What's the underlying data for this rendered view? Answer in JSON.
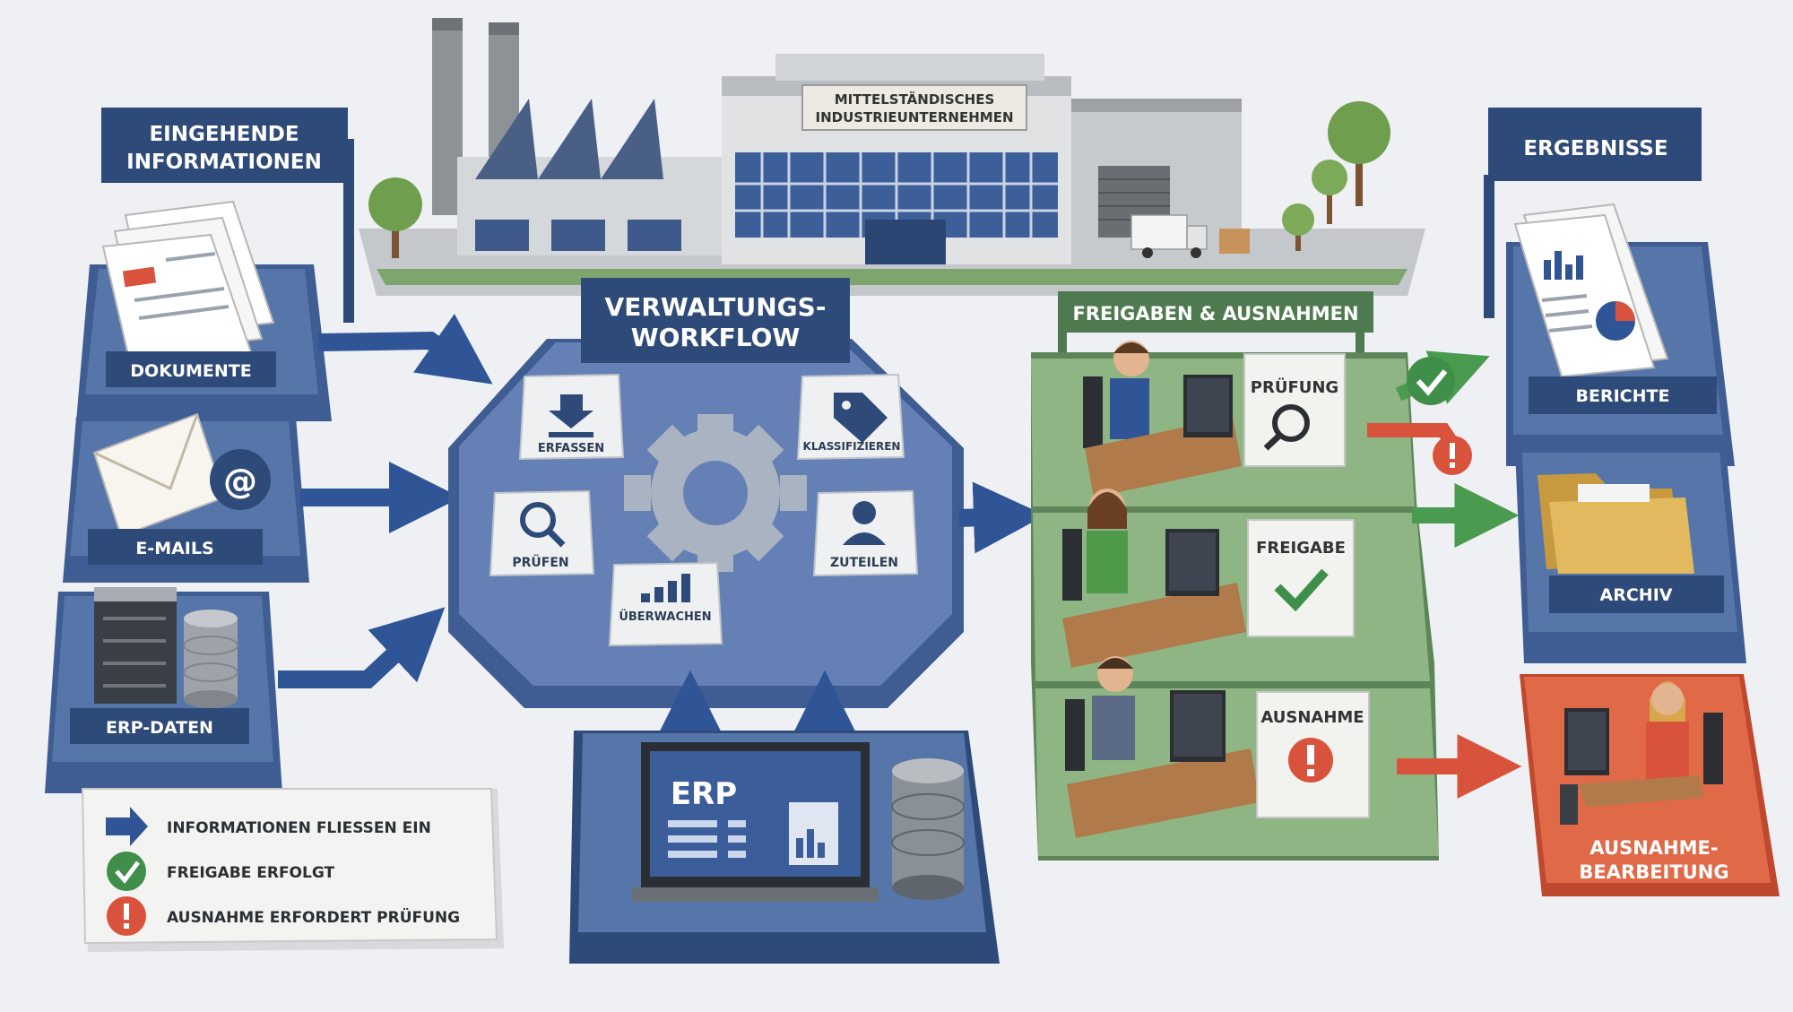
{
  "company": {
    "line1": "MITTELSTÄNDISCHES",
    "line2": "INDUSTRIEUNTERNEHMEN"
  },
  "incoming": {
    "title_line1": "EINGEHENDE",
    "title_line2": "INFORMATIONEN",
    "items": [
      {
        "label": "DOKUMENTE",
        "icon": "documents-icon"
      },
      {
        "label": "E-MAILS",
        "icon": "email-icon"
      },
      {
        "label": "ERP-DATEN",
        "icon": "server-database-icon"
      }
    ]
  },
  "workflow": {
    "title_line1": "VERWALTUNGS-",
    "title_line2": "WORKFLOW",
    "steps": [
      {
        "label": "ERFASSEN",
        "icon": "download-icon"
      },
      {
        "label": "KLASSIFIZIEREN",
        "icon": "tag-icon"
      },
      {
        "label": "PRÜFEN",
        "icon": "search-icon"
      },
      {
        "label": "ZUTEILEN",
        "icon": "user-icon"
      },
      {
        "label": "ÜBERWACHEN",
        "icon": "bar-chart-icon"
      }
    ]
  },
  "erp": {
    "label": "ERP",
    "icon": "erp-monitor-icon"
  },
  "approvals": {
    "title": "FREIGABEN & AUSNAHMEN",
    "stations": [
      {
        "label": "PRÜFUNG",
        "icon": "magnifier-icon"
      },
      {
        "label": "FREIGABE",
        "icon": "checkmark-icon"
      },
      {
        "label": "AUSNAHME",
        "icon": "exclamation-icon"
      }
    ]
  },
  "results": {
    "title": "ERGEBNISSE",
    "items": [
      {
        "label": "BERICHTE",
        "icon": "report-icon"
      },
      {
        "label": "ARCHIV",
        "icon": "folder-icon"
      }
    ],
    "exception": {
      "line1": "AUSNAHME-",
      "line2": "BEARBEITUNG"
    }
  },
  "legend": {
    "items": [
      {
        "label": "INFORMATIONEN FLIESSEN EIN",
        "icon": "arrow-right-icon"
      },
      {
        "label": "FREIGABE ERFOLGT",
        "icon": "check-circle-icon"
      },
      {
        "label": "AUSNAHME ERFORDERT PRÜFUNG",
        "icon": "alert-circle-icon"
      }
    ]
  },
  "colors": {
    "navy": "#2e4a78",
    "blue_platform": "#5676aa",
    "green_platform": "#8fb584",
    "green_accent": "#3f8f4a",
    "red_accent": "#d9533c",
    "orange_platform": "#e06a48"
  }
}
